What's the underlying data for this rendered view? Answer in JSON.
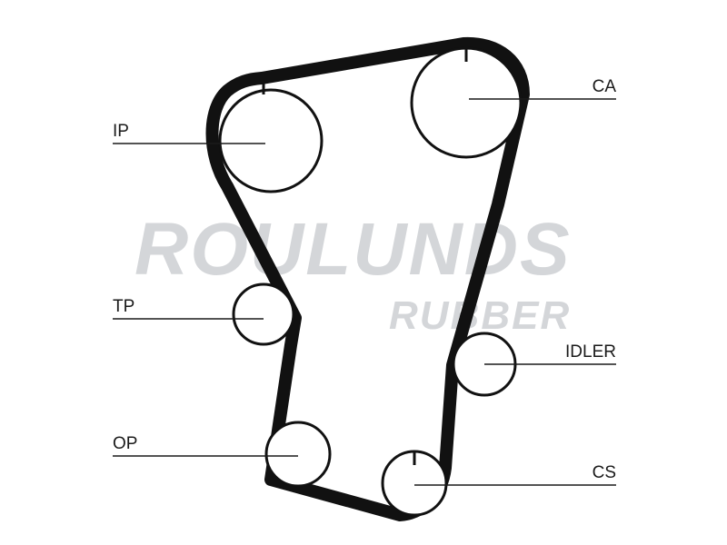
{
  "watermark": {
    "brand": "ROULUNDS",
    "sub": "RUBBER",
    "color": "#d4d6d9"
  },
  "belt_color": "#111111",
  "pulleys": [
    {
      "id": "ip",
      "label": "IP",
      "timing_mark": true
    },
    {
      "id": "ca",
      "label": "CA",
      "timing_mark": true
    },
    {
      "id": "tp",
      "label": "TP",
      "timing_mark": false
    },
    {
      "id": "idler",
      "label": "IDLER",
      "timing_mark": false
    },
    {
      "id": "op",
      "label": "OP",
      "timing_mark": false
    },
    {
      "id": "cs",
      "label": "CS",
      "timing_mark": true
    }
  ]
}
